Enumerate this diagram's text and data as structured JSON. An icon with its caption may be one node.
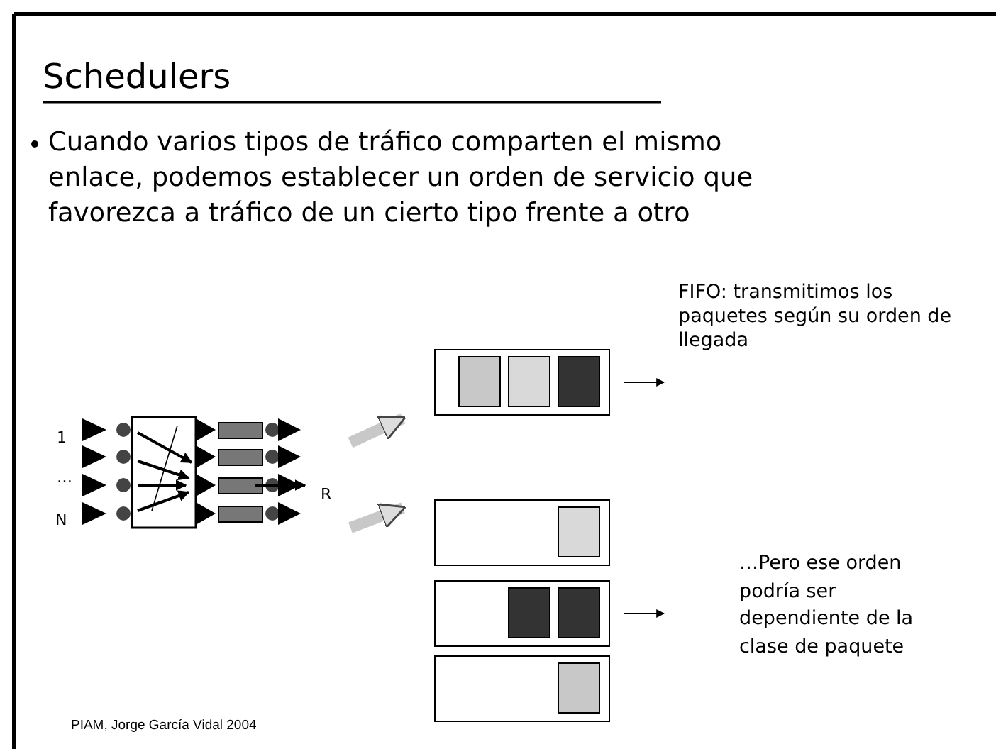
{
  "diagram": {
    "title": "Schedulers",
    "nodes": [
      {
        "text": [],
        "shape": "picture"
      },
      {
        "text": [],
        "shape": "box"
      },
      {
        "text": [],
        "shape": "box"
      },
      {
        "text": [],
        "shape": "box"
      },
      {
        "text": [],
        "shape": "box"
      }
    ],
    "edges": [
      {
        "from": 0,
        "to": 1,
        "arrow": "to",
        "style": "thick",
        "color": "#c8c8c8"
      },
      {
        "from": 0,
        "to": 2,
        "arrow": "to",
        "style": "thick",
        "color": "#c8c8c8"
      },
      {
        "from": 1,
        "to": null,
        "arrow": "to",
        "color": "#000000"
      },
      {
        "from": 3,
        "to": null,
        "arrow": "to",
        "color": "#000000"
      }
    ],
    "labels": [
      "Cuando varios tipos de tráfico comparten el mismo enlace, podemos establecer un orden de servicio que favorezca a tráfico de un cierto tipo frente a otro",
      "FIFO: transmitimos los paquetes según su orden de llegada",
      "1",
      "…",
      "N",
      "R",
      "…Pero ese orden podría ser dependiente de la clase de paquete",
      "PIAM, Jorge García Vidal 2004"
    ]
  }
}
